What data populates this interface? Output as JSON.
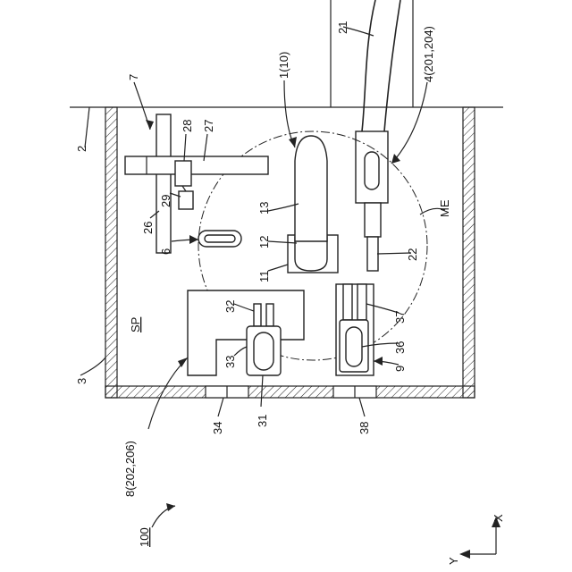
{
  "labels": {
    "l2": "2",
    "l3": "3",
    "l6": "6",
    "l7": "7",
    "l9": "9",
    "l11": "11",
    "l12": "12",
    "l13": "13",
    "l21": "21",
    "l22": "22",
    "l26": "26",
    "l27": "27",
    "l28": "28",
    "l29": "29",
    "l31": "31",
    "l32": "32",
    "l33": "33",
    "l34": "34",
    "l36": "36",
    "l37": "37",
    "l38": "38",
    "l1": "1(10)",
    "l4": "4(201,204)",
    "l8": "8(202,206)",
    "lME": "ME",
    "lSP": "SP",
    "l100": "100"
  },
  "axes": {
    "x": "X",
    "y": "Y"
  },
  "colors": {
    "line": "#222222",
    "background": "#ffffff"
  }
}
